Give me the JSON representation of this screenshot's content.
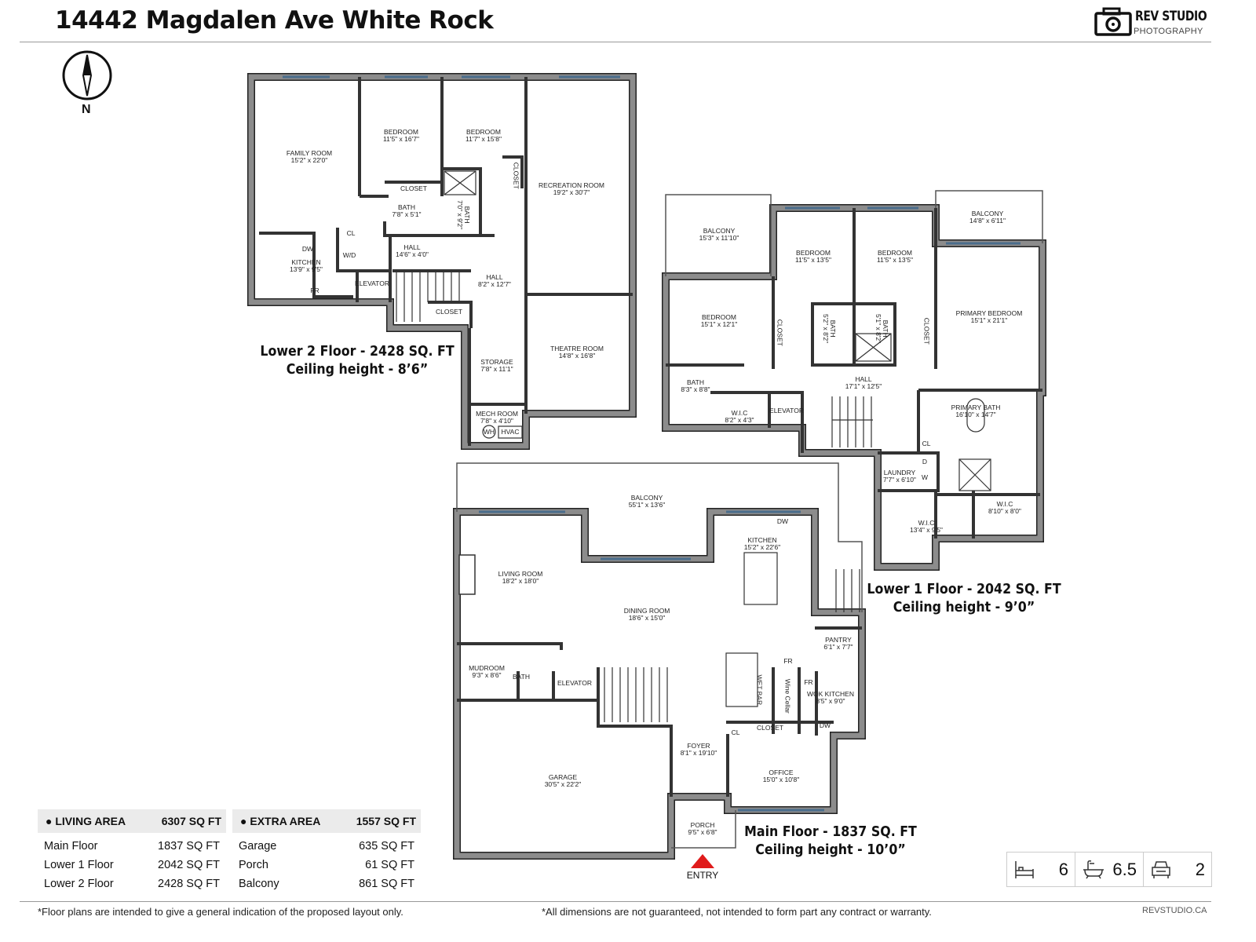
{
  "header": {
    "title": "14442 Magdalen Ave White Rock",
    "logo_brand": "REV STUDIO",
    "logo_sub": "PHOTOGRAPHY"
  },
  "compass": {
    "label": "N"
  },
  "lower2": {
    "caption_line1": "Lower 2 Floor - 2428 SQ. FT",
    "caption_line2": "Ceiling height - 8’6”",
    "rooms": [
      {
        "name": "FAMILY ROOM",
        "dims": "15'2\" x 22'0\""
      },
      {
        "name": "BEDROOM",
        "dims": "11'5\" x 16'7\""
      },
      {
        "name": "BEDROOM",
        "dims": "11'7\" x 15'8\""
      },
      {
        "name": "RECREATION ROOM",
        "dims": "19'2\" x 30'7\""
      },
      {
        "name": "CLOSET",
        "dims": ""
      },
      {
        "name": "BATH",
        "dims": "7'8\" x 5'1\""
      },
      {
        "name": "BATH",
        "dims": "7'0\" x 9'2\""
      },
      {
        "name": "CLOSET",
        "dims": ""
      },
      {
        "name": "CL",
        "dims": ""
      },
      {
        "name": "W/D",
        "dims": ""
      },
      {
        "name": "DW",
        "dims": ""
      },
      {
        "name": "KITCHEN",
        "dims": "13'9\" x 9'5\""
      },
      {
        "name": "FR",
        "dims": ""
      },
      {
        "name": "ELEVATOR",
        "dims": ""
      },
      {
        "name": "HALL",
        "dims": "14'6\" x 4'0\""
      },
      {
        "name": "HALL",
        "dims": "8'2\" x 12'7\""
      },
      {
        "name": "CLOSET",
        "dims": ""
      },
      {
        "name": "STORAGE",
        "dims": "7'8\" x 11'1\""
      },
      {
        "name": "THEATRE ROOM",
        "dims": "14'8\" x 16'8\""
      },
      {
        "name": "MECH ROOM",
        "dims": "7'8\" x 4'10\""
      },
      {
        "name": "WH",
        "dims": ""
      },
      {
        "name": "HVAC",
        "dims": ""
      }
    ]
  },
  "lower1": {
    "caption_line1": "Lower 1 Floor - 2042 SQ. FT",
    "caption_line2": "Ceiling height - 9’0”",
    "rooms": [
      {
        "name": "BALCONY",
        "dims": "15'3\" x 11'10\""
      },
      {
        "name": "BEDROOM",
        "dims": "11'5\" x 13'5\""
      },
      {
        "name": "BEDROOM",
        "dims": "11'5\" x 13'5\""
      },
      {
        "name": "BALCONY",
        "dims": "14'8\" x 6'11\""
      },
      {
        "name": "BEDROOM",
        "dims": "15'1\" x 12'1\""
      },
      {
        "name": "CLOSET",
        "dims": ""
      },
      {
        "name": "BATH",
        "dims": "5'2\" x 8'2\""
      },
      {
        "name": "BATH",
        "dims": "5'1\" x 8'2\""
      },
      {
        "name": "CLOSET",
        "dims": ""
      },
      {
        "name": "PRIMARY BEDROOM",
        "dims": "15'1\" x 21'1\""
      },
      {
        "name": "BATH",
        "dims": "8'3\" x 8'8\""
      },
      {
        "name": "HALL",
        "dims": "17'1\" x 12'5\""
      },
      {
        "name": "W.I.C",
        "dims": "8'2\" x 4'3\""
      },
      {
        "name": "ELEVATOR",
        "dims": ""
      },
      {
        "name": "PRIMARY BATH",
        "dims": "16'10\" x 14'7\""
      },
      {
        "name": "CL",
        "dims": ""
      },
      {
        "name": "D",
        "dims": ""
      },
      {
        "name": "W",
        "dims": ""
      },
      {
        "name": "LAUNDRY",
        "dims": "7'7\" x 6'10\""
      },
      {
        "name": "W.I.C",
        "dims": "13'4\" x 9'5\""
      },
      {
        "name": "W.I.C",
        "dims": "8'10\" x 8'0\""
      }
    ]
  },
  "main": {
    "caption_line1": "Main Floor - 1837 SQ. FT",
    "caption_line2": "Ceiling height - 10’0”",
    "entry_label": "ENTRY",
    "rooms": [
      {
        "name": "BALCONY",
        "dims": "55'1\" x 13'6\""
      },
      {
        "name": "KITCHEN",
        "dims": "15'2\" x 22'6\""
      },
      {
        "name": "DW",
        "dims": ""
      },
      {
        "name": "LIVING ROOM",
        "dims": "18'2\" x 18'0\""
      },
      {
        "name": "DINING ROOM",
        "dims": "18'6\" x 15'0\""
      },
      {
        "name": "PANTRY",
        "dims": "6'1\" x 7'7\""
      },
      {
        "name": "MUDROOM",
        "dims": "9'3\" x 8'6\""
      },
      {
        "name": "BATH",
        "dims": ""
      },
      {
        "name": "ELEVATOR",
        "dims": ""
      },
      {
        "name": "FR",
        "dims": ""
      },
      {
        "name": "WET BAR",
        "dims": ""
      },
      {
        "name": "Wine Cellar",
        "dims": ""
      },
      {
        "name": "FR",
        "dims": ""
      },
      {
        "name": "WOK KITCHEN",
        "dims": "8'5\" x 9'0\""
      },
      {
        "name": "DW",
        "dims": ""
      },
      {
        "name": "CL",
        "dims": ""
      },
      {
        "name": "CLOSET",
        "dims": ""
      },
      {
        "name": "FOYER",
        "dims": "8'1\" x 19'10\""
      },
      {
        "name": "GARAGE",
        "dims": "30'5\" x 22'2\""
      },
      {
        "name": "OFFICE",
        "dims": "15'0\" x 10'8\""
      },
      {
        "name": "PORCH",
        "dims": "9'5\" x 6'8\""
      }
    ]
  },
  "summary": {
    "living": {
      "label": "LIVING AREA",
      "total": "6307 SQ FT",
      "rows": [
        {
          "name": "Main Floor",
          "value": "1837 SQ FT"
        },
        {
          "name": "Lower 1 Floor",
          "value": "2042 SQ FT"
        },
        {
          "name": "Lower 2 Floor",
          "value": "2428 SQ FT"
        }
      ]
    },
    "extra": {
      "label": "EXTRA AREA",
      "total": "1557 SQ FT",
      "rows": [
        {
          "name": "Garage",
          "value": "635 SQ FT"
        },
        {
          "name": "Porch",
          "value": "61 SQ FT"
        },
        {
          "name": "Balcony",
          "value": "861 SQ FT"
        }
      ]
    }
  },
  "stats": {
    "bedrooms": "6",
    "bathrooms": "6.5",
    "garage": "2",
    "icons": [
      "bed-icon",
      "bathtub-icon",
      "car-icon"
    ]
  },
  "footer": {
    "left": "*Floor plans are intended to give a general indication of the proposed layout only.",
    "center": "*All dimensions are not guaranteed, not intended to form part any contract or warranty.",
    "right": "REVSTUDIO.CA"
  },
  "colors": {
    "wall": "#8c8c8c",
    "wall_edge": "#222222",
    "window": "#4a6d8c",
    "entry_arrow": "#e01b1b"
  }
}
